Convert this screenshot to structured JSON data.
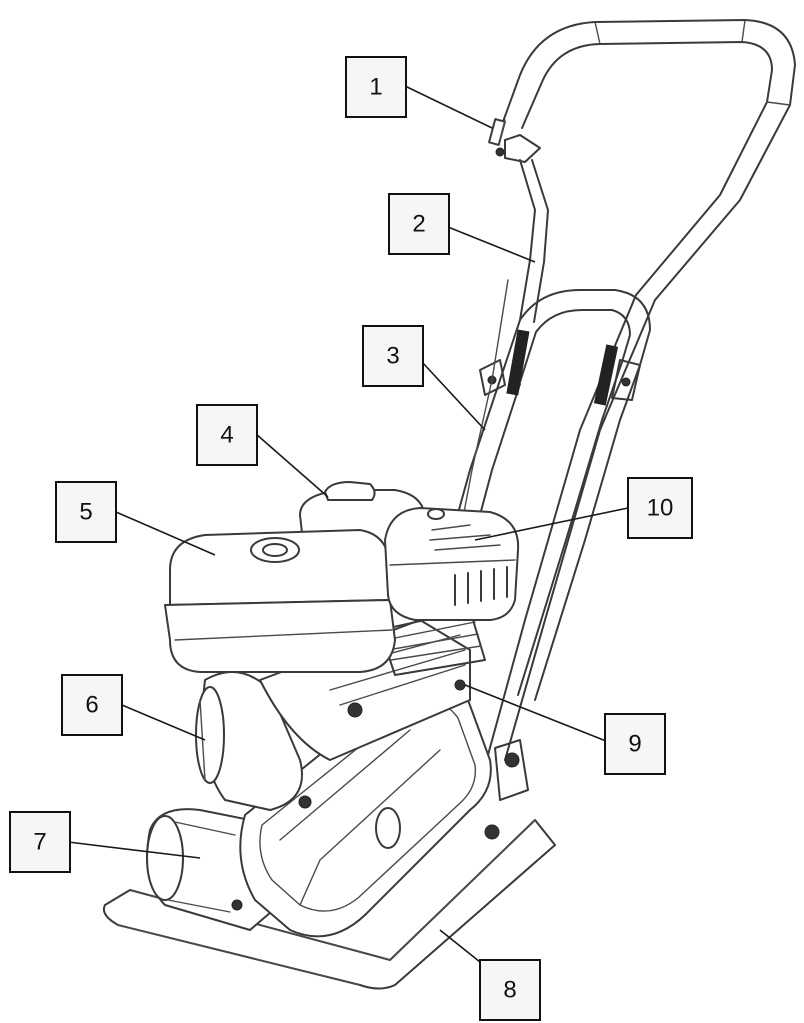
{
  "callouts": [
    {
      "id": "c1",
      "label": "1"
    },
    {
      "id": "c2",
      "label": "2"
    },
    {
      "id": "c3",
      "label": "3"
    },
    {
      "id": "c4",
      "label": "4"
    },
    {
      "id": "c5",
      "label": "5"
    },
    {
      "id": "c6",
      "label": "6"
    },
    {
      "id": "c7",
      "label": "7"
    },
    {
      "id": "c8",
      "label": "8"
    },
    {
      "id": "c9",
      "label": "9"
    },
    {
      "id": "c10",
      "label": "10"
    }
  ],
  "colors": {
    "line": "#3a3a3a",
    "box_fill": "#f6f6f6",
    "box_stroke": "#111111"
  }
}
